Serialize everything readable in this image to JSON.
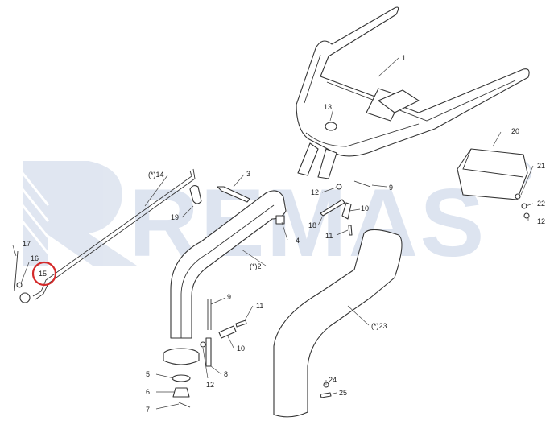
{
  "watermark": {
    "brand": "REMAS",
    "registered": "®",
    "color": "#c3cfe4"
  },
  "highlight_color": "#d42a2a",
  "callouts": {
    "c1": "1",
    "c2": "(*)2",
    "c3": "3",
    "c4": "4",
    "c5": "5",
    "c6": "6",
    "c7": "7",
    "c8": "8",
    "c9a": "9",
    "c9b": "9",
    "c10a": "10",
    "c10b": "10",
    "c11a": "11",
    "c11b": "11",
    "c12a": "12",
    "c12b": "12",
    "c12c": "12",
    "c13": "13",
    "c14": "(*)14",
    "c15": "15",
    "c16": "16",
    "c17": "17",
    "c18": "18",
    "c19": "19",
    "c20": "20",
    "c21": "21",
    "c22": "22",
    "c23": "(*)23",
    "c24": "24",
    "c25": "25"
  }
}
